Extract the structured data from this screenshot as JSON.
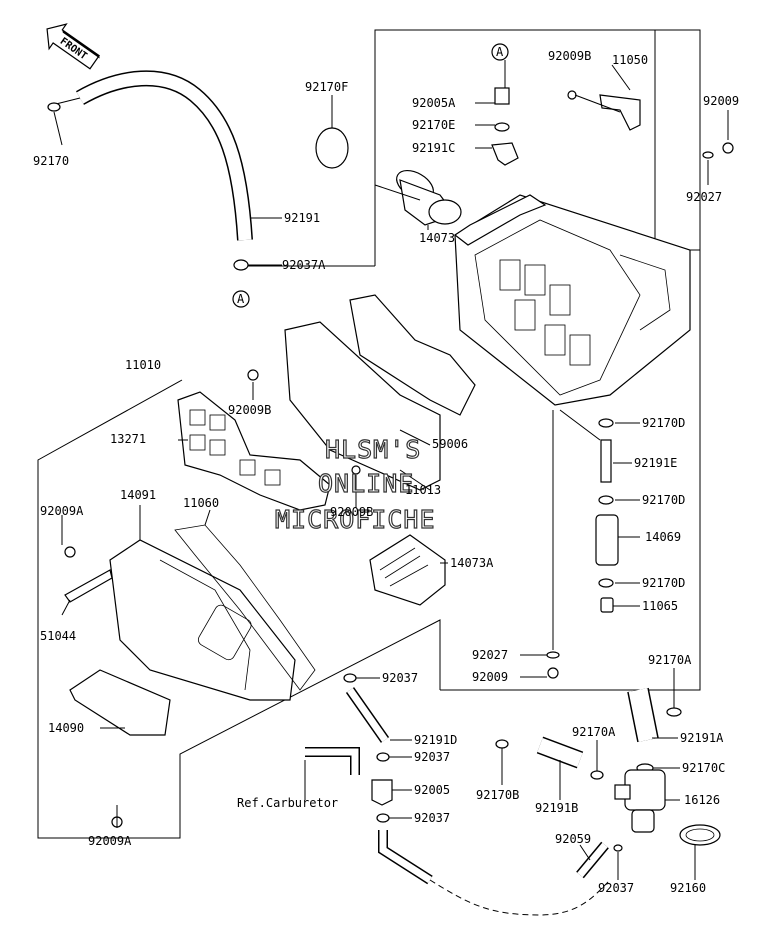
{
  "front_label": "FRONT",
  "ref_label": "Ref.Carburetor",
  "circle_label": "A",
  "watermark": [
    "HLSM'S",
    "ONLINE",
    "MICROFICHE"
  ],
  "labels": {
    "p92170": "92170",
    "p92191": "92191",
    "p92037A": "92037A",
    "p92170F": "92170F",
    "p14073": "14073",
    "p92005A": "92005A",
    "p92170E": "92170E",
    "p92191C": "92191C",
    "p92009B_top": "92009B",
    "p11050": "11050",
    "p92009_top": "92009",
    "p92027_top": "92027",
    "p11010": "11010",
    "p92009B_mid": "92009B",
    "p13271": "13271",
    "p59006": "59006",
    "p11013": "11013",
    "p92009B_low": "92009B",
    "p14091": "14091",
    "p11060": "11060",
    "p92009A_top": "92009A",
    "p51044": "51044",
    "p14073A": "14073A",
    "p92170D_1": "92170D",
    "p92191E": "92191E",
    "p92170D_2": "92170D",
    "p14069": "14069",
    "p92170D_3": "92170D",
    "p11065": "11065",
    "p92027_low": "92027",
    "p92009_low": "92009",
    "p14090": "14090",
    "p92009A_low": "92009A",
    "p92037_1": "92037",
    "p92191D": "92191D",
    "p92037_2": "92037",
    "p92005": "92005",
    "p92037_3": "92037",
    "p92170A_top": "92170A",
    "p92191A": "92191A",
    "p92170A_mid": "92170A",
    "p92170C": "92170C",
    "p92170B": "92170B",
    "p92191B": "92191B",
    "p16126": "16126",
    "p92059": "92059",
    "p92037_4": "92037",
    "p92160": "92160"
  }
}
